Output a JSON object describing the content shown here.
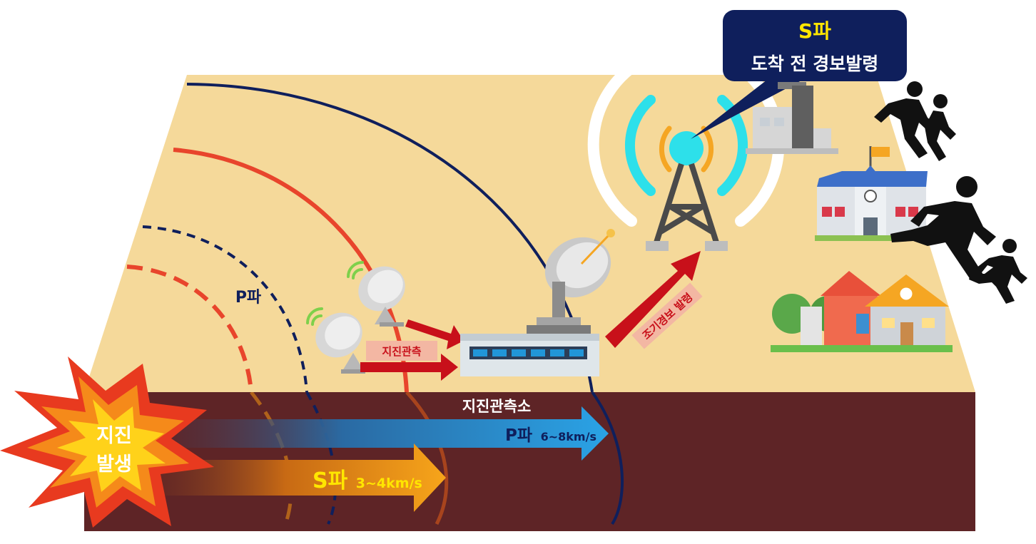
{
  "callout": {
    "title": "S파",
    "subtitle": "도착 전 경보발령"
  },
  "labels": {
    "p_wave": "P파",
    "observation": "지진관측",
    "early_warning": "조기경보 발령",
    "station": "지진관측소",
    "quake_line1": "지진",
    "quake_line2": "발생"
  },
  "speeds": {
    "p_name": "P파",
    "p_speed": "6~8km/s",
    "s_name": "S파",
    "s_speed": "3~4km/s"
  },
  "colors": {
    "ground_surface": "#f5d99a",
    "underground": "#5e2426",
    "p_wave_line": "#0f1f5c",
    "s_wave_line": "#e8452c",
    "p_arrow": "#2196d8",
    "s_arrow": "#f39a12",
    "signal": "#2de0ea",
    "callout_bg": "#0f1f5c",
    "callout_title": "#ffe600",
    "warning_arrow": "#c8101a",
    "label_box": "#f3b7a3"
  },
  "icons": [
    "explosion-icon",
    "satellite-dish-icon",
    "signal-icon",
    "station-building-icon",
    "broadcast-tower-icon",
    "factory-icon",
    "school-icon",
    "house-icon",
    "running-person-icon"
  ]
}
